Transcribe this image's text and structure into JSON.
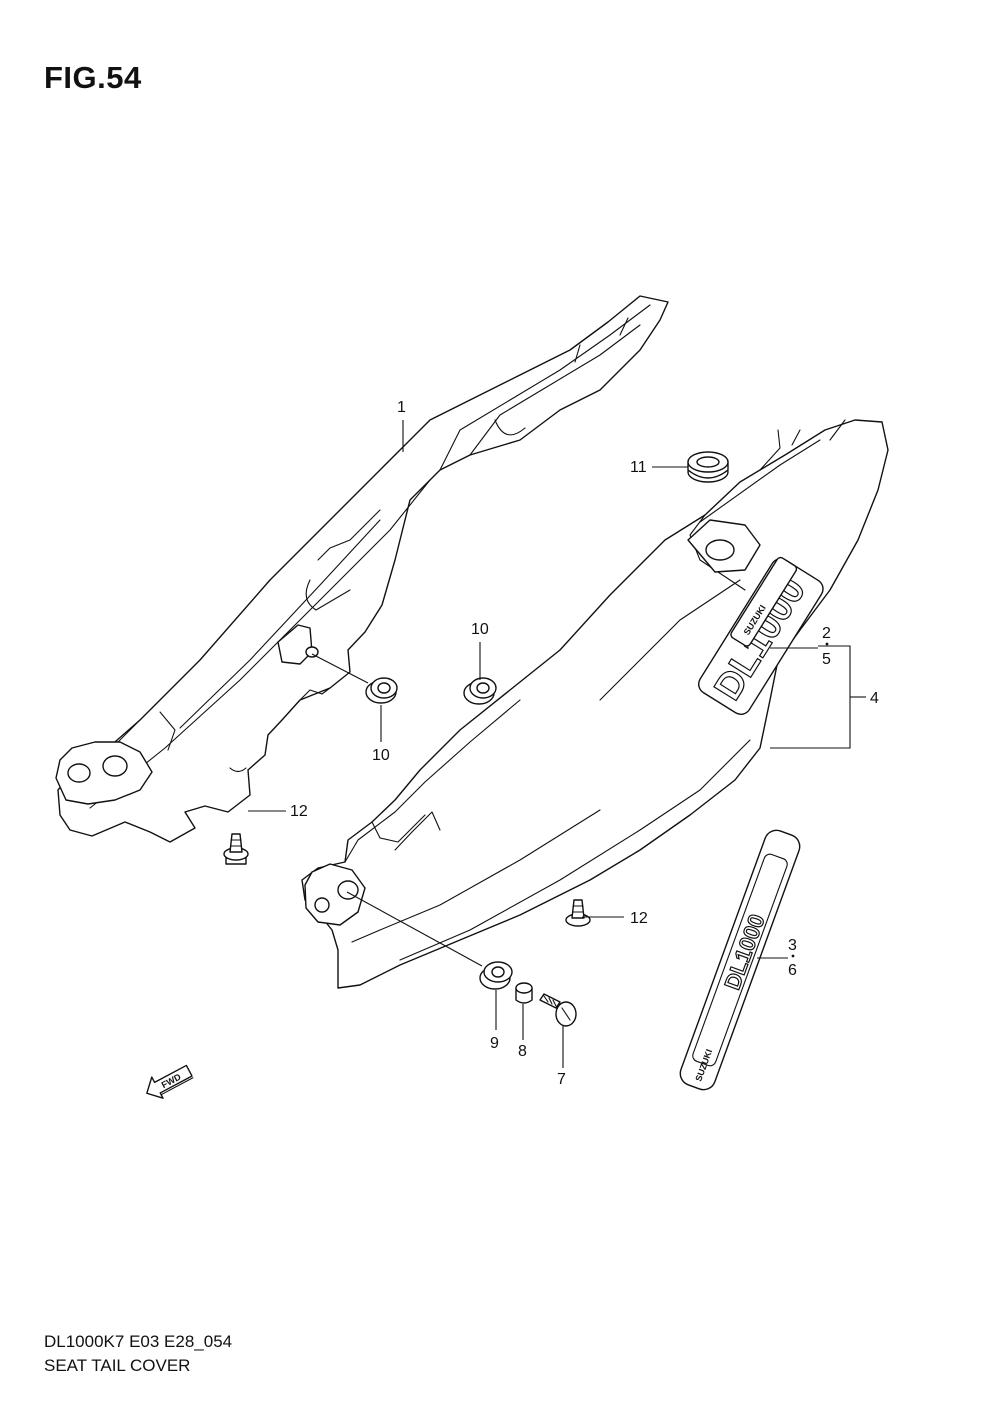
{
  "figure": {
    "title": "FIG.54"
  },
  "footer": {
    "model_code": "DL1000K7 E03 E28_054",
    "section_name": "SEAT TAIL COVER"
  },
  "callouts": {
    "c1": "1",
    "c2": "2",
    "c3": "3",
    "c4": "4",
    "c5": "5",
    "c6": "6",
    "c7": "7",
    "c8": "8",
    "c9": "9",
    "c10a": "10",
    "c10b": "10",
    "c11": "11",
    "c12a": "12",
    "c12b": "12"
  },
  "decals": {
    "emblem_model": "DL1000",
    "emblem_brand": "SUZUKI",
    "strip_model": "DL1000",
    "strip_brand": "SUZUKI"
  },
  "direction_marker": {
    "label": "FWD"
  }
}
